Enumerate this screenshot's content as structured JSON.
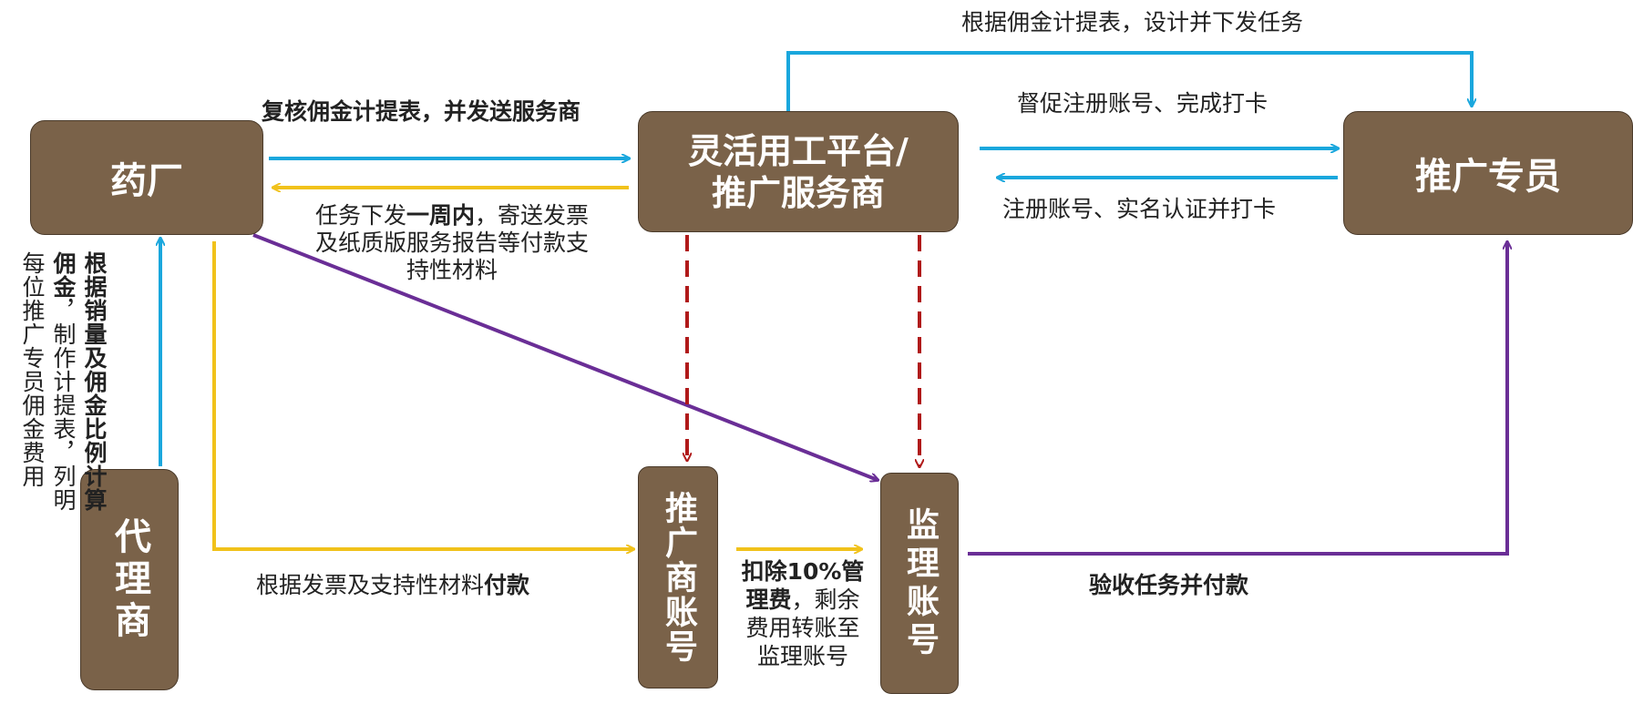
{
  "nodes": {
    "pharma": "药厂",
    "platform_line1": "灵活用工平台/",
    "platform_line2": "推广服务商",
    "specialist": "推广专员",
    "agent": "代理商",
    "promoter_account": "推广商账号",
    "escrow_account": "监理账号"
  },
  "edges": {
    "platform_to_specialist_top": "根据佣金计提表，设计并下发任务",
    "pharma_to_platform": "复核佣金计提表，并发送服务商",
    "platform_to_specialist": "督促注册账号、完成打卡",
    "specialist_to_platform": "注册账号、实名认证并打卡",
    "platform_to_pharma_pre": "任务下发",
    "platform_to_pharma_bold": "一周内",
    "platform_to_pharma_post": "，寄送发票",
    "platform_to_pharma_line2": "及纸质版服务报告等付款支",
    "platform_to_pharma_line3": "持性材料",
    "agent_to_pharma_bold1": "根据销量及佣金比",
    "agent_to_pharma_bold2": "例计算佣金",
    "agent_to_pharma_rest1": "，制作",
    "agent_to_pharma_rest2": "计提表，列明每位",
    "agent_to_pharma_rest3": "推广专员佣金费用",
    "pharma_pay_pre": "根据发票及支持性材料",
    "pharma_pay_bold": "付款",
    "fee_bold1": "扣除10%管",
    "fee_bold2": "理费",
    "fee_rest1": "，剩余",
    "fee_rest2": "费用转账至",
    "fee_rest3": "监理账号",
    "escrow_pay": "验收任务并付款"
  },
  "colors": {
    "box_fill": "#7a6249",
    "blue": "#1aa7dd",
    "yellow": "#f1c21b",
    "purple": "#6a2e96",
    "red": "#b01a1a"
  }
}
